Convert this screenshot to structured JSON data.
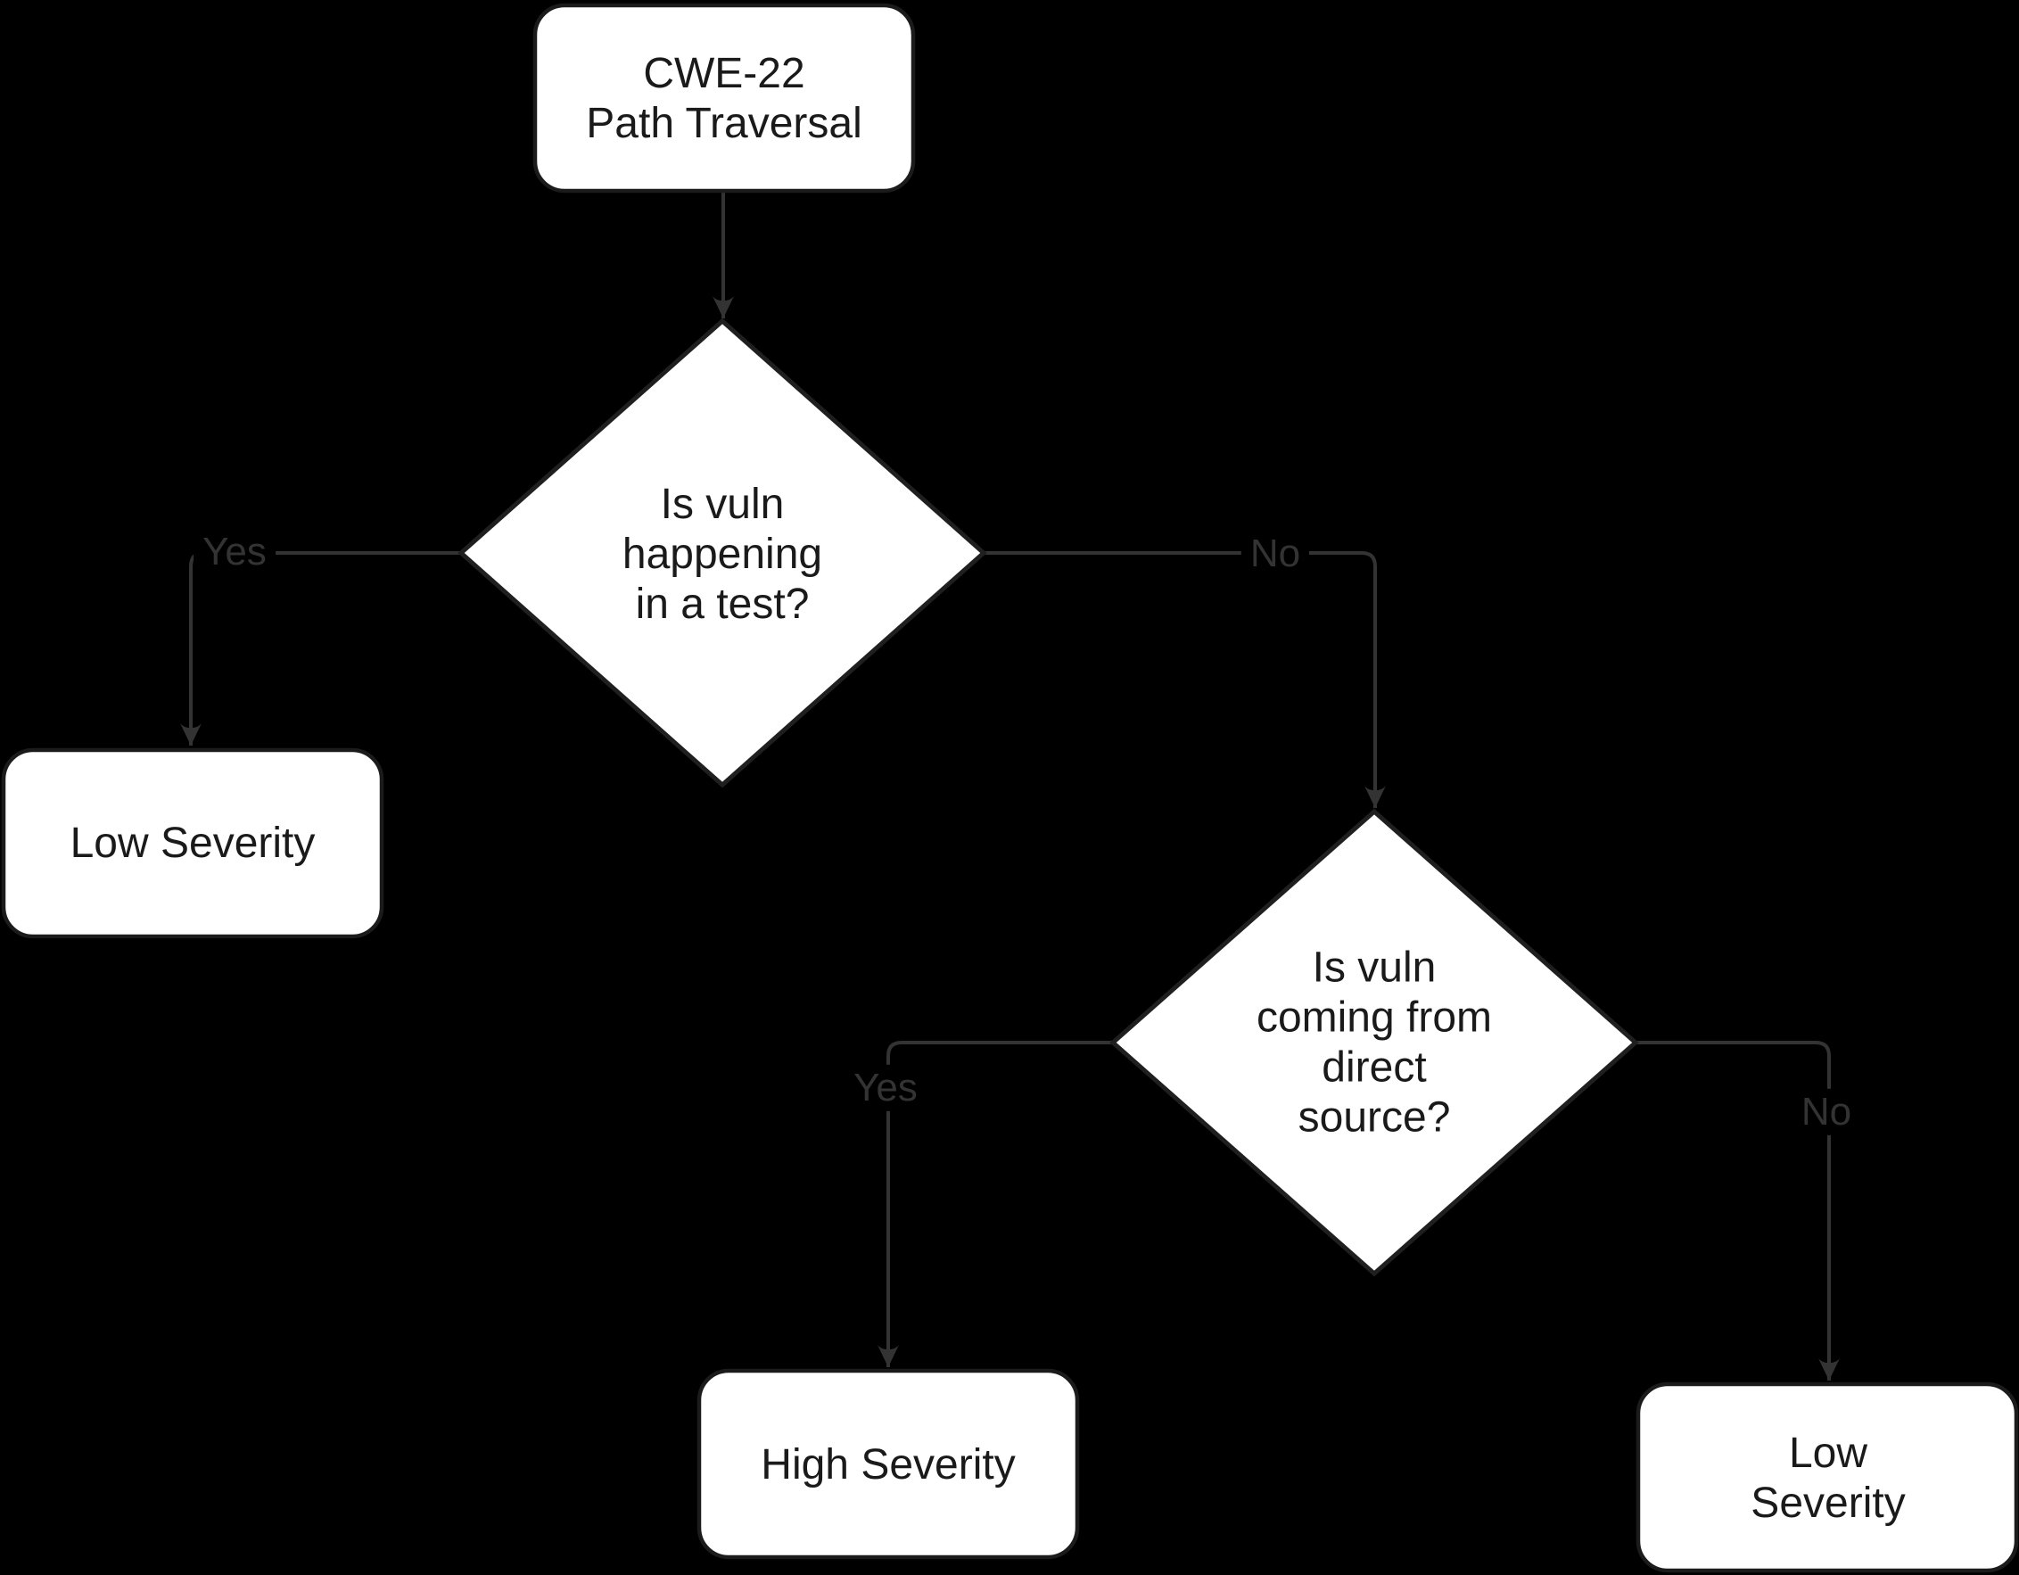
{
  "diagram": {
    "type": "flowchart",
    "background_color": "#000000",
    "node_fill_color": "#ffffff",
    "node_border_color": "#1b1b1b",
    "node_text_color": "#1a1a1a",
    "edge_line_color": "#333333",
    "edge_label_color": "#333333",
    "nodes": [
      {
        "id": "start",
        "shape": "rounded-rect",
        "label": "CWE-22\nPath Traversal"
      },
      {
        "id": "decision-test",
        "shape": "diamond",
        "label": "Is vuln\nhappening\nin a test?"
      },
      {
        "id": "low-severity-left",
        "shape": "rounded-rect",
        "label": "Low Severity"
      },
      {
        "id": "decision-direct-source",
        "shape": "diamond",
        "label": "Is vuln\ncoming from\ndirect\nsource?"
      },
      {
        "id": "high-severity",
        "shape": "rounded-rect",
        "label": "High Severity"
      },
      {
        "id": "low-severity-right",
        "shape": "rounded-rect",
        "label": "Low Severity"
      }
    ],
    "edges": [
      {
        "from": "start",
        "to": "decision-test",
        "label": ""
      },
      {
        "from": "decision-test",
        "to": "low-severity-left",
        "label": "Yes"
      },
      {
        "from": "decision-test",
        "to": "decision-direct-source",
        "label": "No"
      },
      {
        "from": "decision-direct-source",
        "to": "high-severity",
        "label": "Yes"
      },
      {
        "from": "decision-direct-source",
        "to": "low-severity-right",
        "label": "No"
      }
    ]
  }
}
